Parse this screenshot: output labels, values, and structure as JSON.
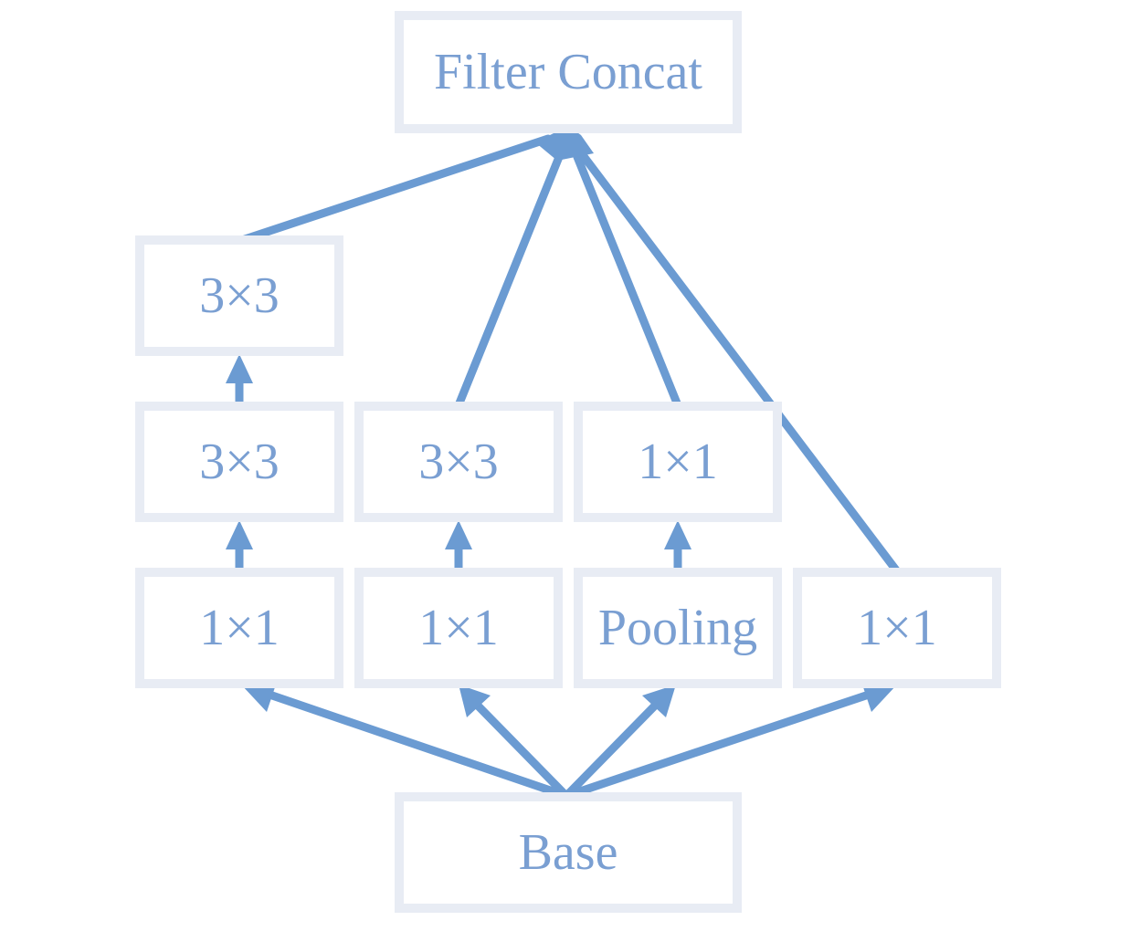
{
  "diagram": {
    "nodes": [
      {
        "id": "filter-concat",
        "label": "Filter Concat"
      },
      {
        "id": "b1-conv3x3-top",
        "label": "3×3"
      },
      {
        "id": "b1-conv3x3-mid",
        "label": "3×3"
      },
      {
        "id": "b2-conv3x3",
        "label": "3×3"
      },
      {
        "id": "b3-conv1x1",
        "label": "1×1"
      },
      {
        "id": "b1-conv1x1",
        "label": "1×1"
      },
      {
        "id": "b2-conv1x1",
        "label": "1×1"
      },
      {
        "id": "b3-pooling",
        "label": "Pooling"
      },
      {
        "id": "b4-conv1x1",
        "label": "1×1"
      },
      {
        "id": "base",
        "label": "Base"
      }
    ],
    "edges": [
      {
        "from": "base",
        "to": "b1-conv1x1"
      },
      {
        "from": "base",
        "to": "b2-conv1x1"
      },
      {
        "from": "base",
        "to": "b3-pooling"
      },
      {
        "from": "base",
        "to": "b4-conv1x1"
      },
      {
        "from": "b1-conv1x1",
        "to": "b1-conv3x3-mid"
      },
      {
        "from": "b1-conv3x3-mid",
        "to": "b1-conv3x3-top"
      },
      {
        "from": "b2-conv1x1",
        "to": "b2-conv3x3"
      },
      {
        "from": "b3-pooling",
        "to": "b3-conv1x1"
      },
      {
        "from": "b1-conv3x3-top",
        "to": "filter-concat"
      },
      {
        "from": "b2-conv3x3",
        "to": "filter-concat"
      },
      {
        "from": "b3-conv1x1",
        "to": "filter-concat"
      },
      {
        "from": "b4-conv1x1",
        "to": "filter-concat"
      }
    ],
    "colors": {
      "edge": "#6b9bd2",
      "box_border": "#e8ecf4",
      "label": "#7a9fd2"
    }
  }
}
